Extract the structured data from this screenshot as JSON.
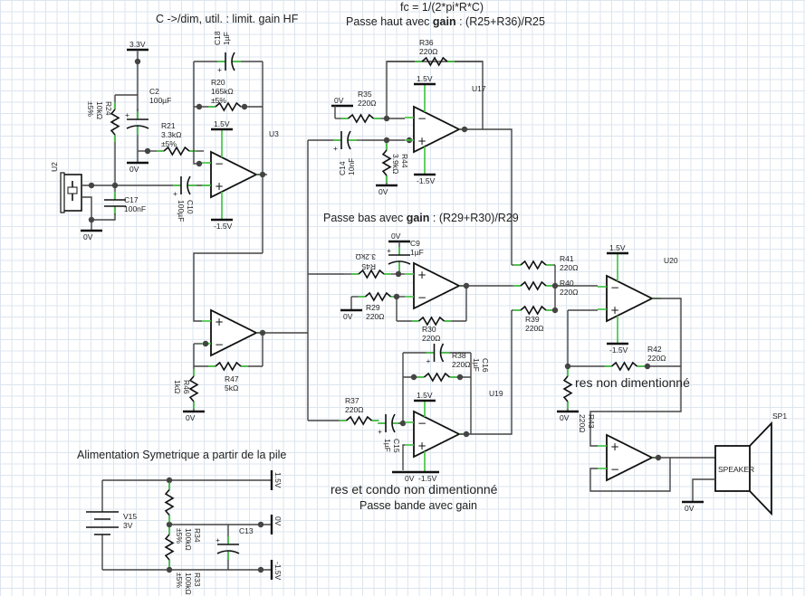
{
  "notes": {
    "hf_note": "C ->/dim, util. : limit. gain HF",
    "fc_formula": "fc = 1/(2*pi*R*C)",
    "highpass_prefix": "Passe haut avec ",
    "highpass_bold": "gain",
    "highpass_suffix": " :  (R25+R36)/R25",
    "lowpass_prefix": "Passe bas avec ",
    "lowpass_bold": "gain",
    "lowpass_suffix": " :  (R29+R30)/R29",
    "res_non_dim": "res non dimentionné",
    "res_condo_non_dim": "res et condo non dimentionné",
    "bandpass": "Passe bande avec gain",
    "power_title": "Alimentation Symetrique a partir de la pile"
  },
  "rails": {
    "v33": "3.3V",
    "vp": "1.5V",
    "vn": "-1.5V",
    "gnd": "0V"
  },
  "components": {
    "U2": "U2",
    "U3": "U3",
    "U17": "U17",
    "U19": "U19",
    "U20": "U20",
    "SP1": "SP1",
    "speaker": "SPEAKER",
    "C2": {
      "name": "C2",
      "value": "100µF"
    },
    "C18": {
      "name": "C18",
      "value": "1µF"
    },
    "R20": {
      "name": "R20",
      "value": "165kΩ",
      "tol": "±5%"
    },
    "R21": {
      "name": "R21",
      "value": "3.3kΩ",
      "tol": "±5%"
    },
    "R24": {
      "name": "R24",
      "value": "10kΩ",
      "tol": "±5%"
    },
    "C17": {
      "name": "C17",
      "value": "100nF"
    },
    "C10": {
      "name": "C10",
      "value": "100µF"
    },
    "R46": {
      "name": "R46",
      "value": "1kΩ"
    },
    "R47": {
      "name": "R47",
      "value": "5kΩ"
    },
    "R35": {
      "name": "R35",
      "value": "220Ω"
    },
    "R36": {
      "name": "R36",
      "value": "220Ω"
    },
    "C14": {
      "name": "C14",
      "value": "10nF"
    },
    "R44": {
      "name": "R44",
      "value": "3.9kΩ"
    },
    "C9": {
      "name": "C9",
      "value": "1µF"
    },
    "R45": {
      "name": "R45",
      "value": "3.2kΩ"
    },
    "R29": {
      "name": "R29",
      "value": "220Ω"
    },
    "R30": {
      "name": "R30",
      "value": "220Ω"
    },
    "R37": {
      "name": "R37",
      "value": "220Ω"
    },
    "C15": {
      "name": "C15",
      "value": "1µF"
    },
    "R38": {
      "name": "R38",
      "value": "220Ω"
    },
    "C16": {
      "name": "C16",
      "value": "1µF"
    },
    "R41": {
      "name": "R41",
      "value": "220Ω"
    },
    "R40": {
      "name": "R40",
      "value": "220Ω"
    },
    "R39": {
      "name": "R39",
      "value": "220Ω"
    },
    "R42": {
      "name": "R42",
      "value": "220Ω"
    },
    "R43": {
      "name": "R43",
      "value": "220Ω"
    },
    "V15": {
      "name": "V15",
      "value": "3V"
    },
    "R34": {
      "name": "R34",
      "value": "100kΩ",
      "tol": "±5%"
    },
    "R33": {
      "name": "R33",
      "value": "100kΩ",
      "tol": "±5%"
    },
    "C13": {
      "name": "C13"
    }
  },
  "colors": {
    "wire": "#444444",
    "pin": "#3cc33c",
    "grid": "#dde5ef"
  }
}
